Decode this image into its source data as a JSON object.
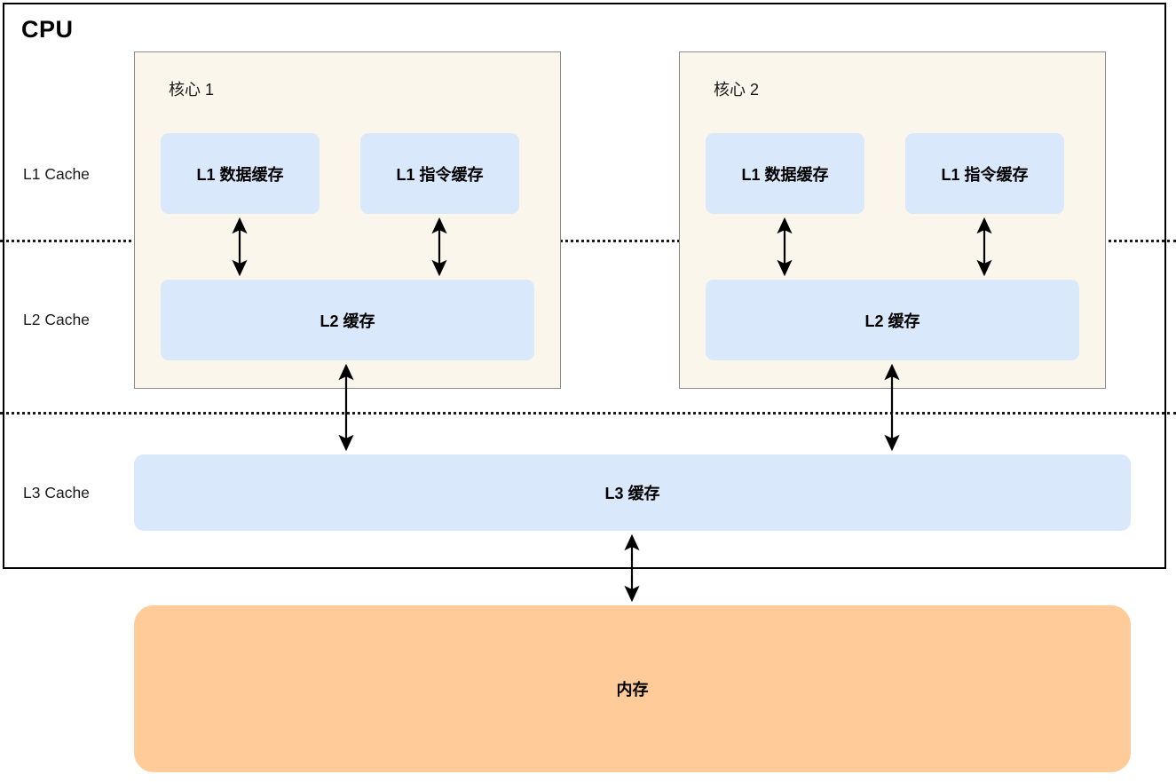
{
  "diagram": {
    "title": "CPU",
    "level_labels": [
      {
        "id": "l1",
        "text": "L1 Cache"
      },
      {
        "id": "l2",
        "text": "L2 Cache"
      },
      {
        "id": "l3",
        "text": "L3 Cache"
      }
    ],
    "cores": [
      {
        "title": "核心 1",
        "l1_data": "L1 数据缓存",
        "l1_instruction": "L1 指令缓存",
        "l2": "L2 缓存"
      },
      {
        "title": "核心 2",
        "l1_data": "L1 数据缓存",
        "l1_instruction": "L1 指令缓存",
        "l2": "L2 缓存"
      }
    ],
    "l3_cache": "L3 缓存",
    "memory": "内存",
    "colors": {
      "cache_fill": "#dae8fc",
      "core_fill": "#faf6ec",
      "core_border": "#8a8a8a",
      "memory_fill": "#ffcc99",
      "frame_border": "#000000",
      "arrow": "#000000",
      "separator": "#1a1a1a"
    },
    "connections": [
      {
        "from": "核心 1 L1 数据缓存",
        "to": "核心 1 L2 缓存",
        "style": "double-arrow"
      },
      {
        "from": "核心 1 L1 指令缓存",
        "to": "核心 1 L2 缓存",
        "style": "double-arrow"
      },
      {
        "from": "核心 2 L1 数据缓存",
        "to": "核心 2 L2 缓存",
        "style": "double-arrow"
      },
      {
        "from": "核心 2 L1 指令缓存",
        "to": "核心 2 L2 缓存",
        "style": "double-arrow"
      },
      {
        "from": "核心 1 L2 缓存",
        "to": "L3 缓存",
        "style": "double-arrow"
      },
      {
        "from": "核心 2 L2 缓存",
        "to": "L3 缓存",
        "style": "double-arrow"
      },
      {
        "from": "L3 缓存",
        "to": "内存",
        "style": "double-arrow"
      }
    ]
  }
}
